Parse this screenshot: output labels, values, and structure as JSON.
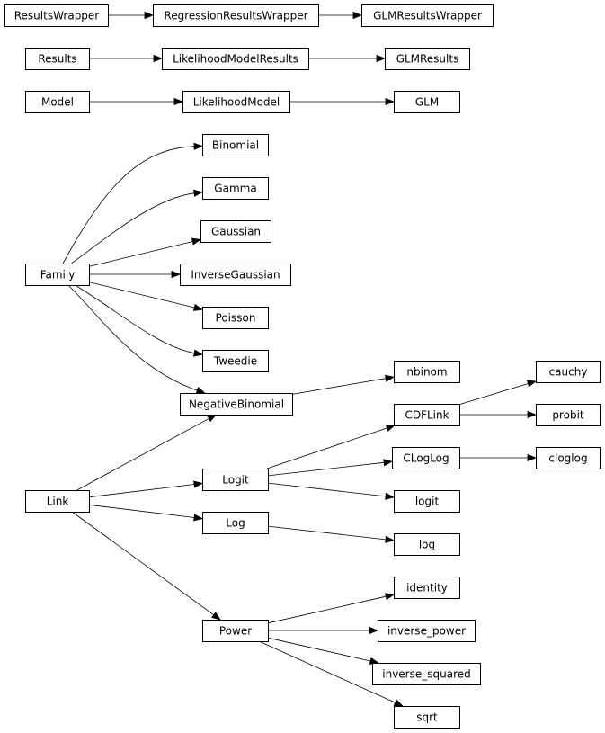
{
  "diagram": {
    "nodes": [
      {
        "id": "ResultsWrapper",
        "label": "ResultsWrapper"
      },
      {
        "id": "RegressionResultsWrapper",
        "label": "RegressionResultsWrapper"
      },
      {
        "id": "GLMResultsWrapper",
        "label": "GLMResultsWrapper"
      },
      {
        "id": "Results",
        "label": "Results"
      },
      {
        "id": "LikelihoodModelResults",
        "label": "LikelihoodModelResults"
      },
      {
        "id": "GLMResults",
        "label": "GLMResults"
      },
      {
        "id": "Model",
        "label": "Model"
      },
      {
        "id": "LikelihoodModel",
        "label": "LikelihoodModel"
      },
      {
        "id": "GLM",
        "label": "GLM"
      },
      {
        "id": "Binomial",
        "label": "Binomial"
      },
      {
        "id": "Gamma",
        "label": "Gamma"
      },
      {
        "id": "Gaussian",
        "label": "Gaussian"
      },
      {
        "id": "Family",
        "label": "Family"
      },
      {
        "id": "InverseGaussian",
        "label": "InverseGaussian"
      },
      {
        "id": "Poisson",
        "label": "Poisson"
      },
      {
        "id": "Tweedie",
        "label": "Tweedie"
      },
      {
        "id": "nbinom",
        "label": "nbinom"
      },
      {
        "id": "cauchy",
        "label": "cauchy"
      },
      {
        "id": "NegativeBinomial",
        "label": "NegativeBinomial"
      },
      {
        "id": "CDFLink",
        "label": "CDFLink"
      },
      {
        "id": "probit",
        "label": "probit"
      },
      {
        "id": "CLogLog",
        "label": "CLogLog"
      },
      {
        "id": "cloglog",
        "label": "cloglog"
      },
      {
        "id": "Logit",
        "label": "Logit"
      },
      {
        "id": "Link",
        "label": "Link"
      },
      {
        "id": "logit",
        "label": "logit"
      },
      {
        "id": "Log",
        "label": "Log"
      },
      {
        "id": "log",
        "label": "log"
      },
      {
        "id": "identity",
        "label": "identity"
      },
      {
        "id": "Power",
        "label": "Power"
      },
      {
        "id": "inverse_power",
        "label": "inverse_power"
      },
      {
        "id": "inverse_squared",
        "label": "inverse_squared"
      },
      {
        "id": "sqrt",
        "label": "sqrt"
      }
    ],
    "edges": [
      {
        "from": "ResultsWrapper",
        "to": "RegressionResultsWrapper"
      },
      {
        "from": "RegressionResultsWrapper",
        "to": "GLMResultsWrapper"
      },
      {
        "from": "Results",
        "to": "LikelihoodModelResults"
      },
      {
        "from": "LikelihoodModelResults",
        "to": "GLMResults"
      },
      {
        "from": "Model",
        "to": "LikelihoodModel"
      },
      {
        "from": "LikelihoodModel",
        "to": "GLM"
      },
      {
        "from": "Family",
        "to": "Binomial"
      },
      {
        "from": "Family",
        "to": "Gamma"
      },
      {
        "from": "Family",
        "to": "Gaussian"
      },
      {
        "from": "Family",
        "to": "InverseGaussian"
      },
      {
        "from": "Family",
        "to": "Poisson"
      },
      {
        "from": "Family",
        "to": "Tweedie"
      },
      {
        "from": "Family",
        "to": "NegativeBinomial"
      },
      {
        "from": "NegativeBinomial",
        "to": "nbinom"
      },
      {
        "from": "Link",
        "to": "NegativeBinomial"
      },
      {
        "from": "Link",
        "to": "Logit"
      },
      {
        "from": "Link",
        "to": "Log"
      },
      {
        "from": "Link",
        "to": "Power"
      },
      {
        "from": "Logit",
        "to": "CDFLink"
      },
      {
        "from": "Logit",
        "to": "CLogLog"
      },
      {
        "from": "Logit",
        "to": "logit"
      },
      {
        "from": "CDFLink",
        "to": "cauchy"
      },
      {
        "from": "CDFLink",
        "to": "probit"
      },
      {
        "from": "CLogLog",
        "to": "cloglog"
      },
      {
        "from": "Log",
        "to": "log"
      },
      {
        "from": "Power",
        "to": "identity"
      },
      {
        "from": "Power",
        "to": "inverse_power"
      },
      {
        "from": "Power",
        "to": "inverse_squared"
      },
      {
        "from": "Power",
        "to": "sqrt"
      }
    ]
  }
}
